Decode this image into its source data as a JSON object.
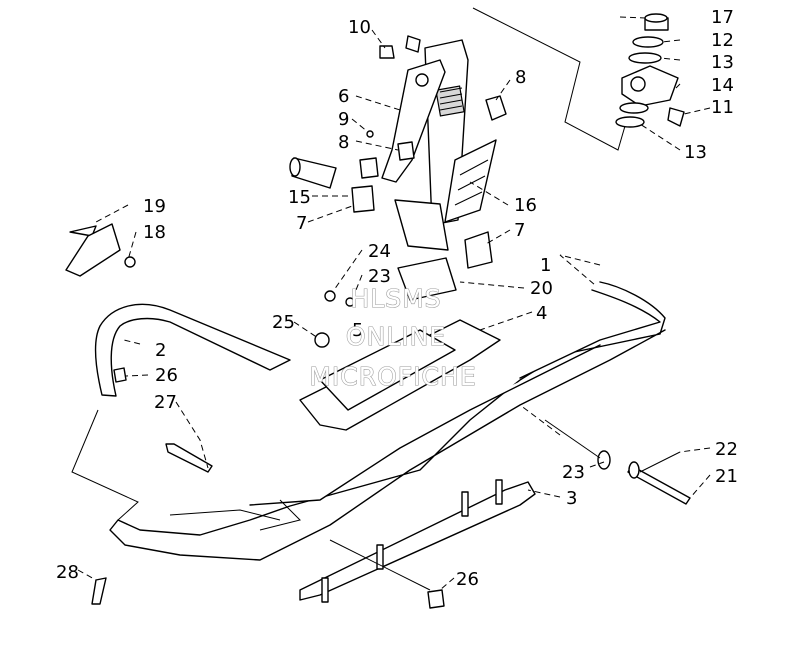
{
  "callouts": [
    {
      "id": "10",
      "text": "10"
    },
    {
      "id": "17",
      "text": "17"
    },
    {
      "id": "12",
      "text": "12"
    },
    {
      "id": "13a",
      "text": "13"
    },
    {
      "id": "14",
      "text": "14"
    },
    {
      "id": "11",
      "text": "11"
    },
    {
      "id": "13b",
      "text": "13"
    },
    {
      "id": "8a",
      "text": "8"
    },
    {
      "id": "6",
      "text": "6"
    },
    {
      "id": "9",
      "text": "9"
    },
    {
      "id": "8b",
      "text": "8"
    },
    {
      "id": "15",
      "text": "15"
    },
    {
      "id": "16",
      "text": "16"
    },
    {
      "id": "7a",
      "text": "7"
    },
    {
      "id": "7b",
      "text": "7"
    },
    {
      "id": "19",
      "text": "19"
    },
    {
      "id": "18",
      "text": "18"
    },
    {
      "id": "24",
      "text": "24"
    },
    {
      "id": "23a",
      "text": "23"
    },
    {
      "id": "1",
      "text": "1"
    },
    {
      "id": "20",
      "text": "20"
    },
    {
      "id": "4",
      "text": "4"
    },
    {
      "id": "5",
      "text": "5"
    },
    {
      "id": "25",
      "text": "25"
    },
    {
      "id": "2",
      "text": "2"
    },
    {
      "id": "26a",
      "text": "26"
    },
    {
      "id": "27",
      "text": "27"
    },
    {
      "id": "22",
      "text": "22"
    },
    {
      "id": "23b",
      "text": "23"
    },
    {
      "id": "21",
      "text": "21"
    },
    {
      "id": "3",
      "text": "3"
    },
    {
      "id": "28",
      "text": "28"
    },
    {
      "id": "26b",
      "text": "26"
    }
  ],
  "watermark": {
    "line1": "HLSMS",
    "line2": "ONLINE",
    "line3": "MICROFICHE"
  }
}
